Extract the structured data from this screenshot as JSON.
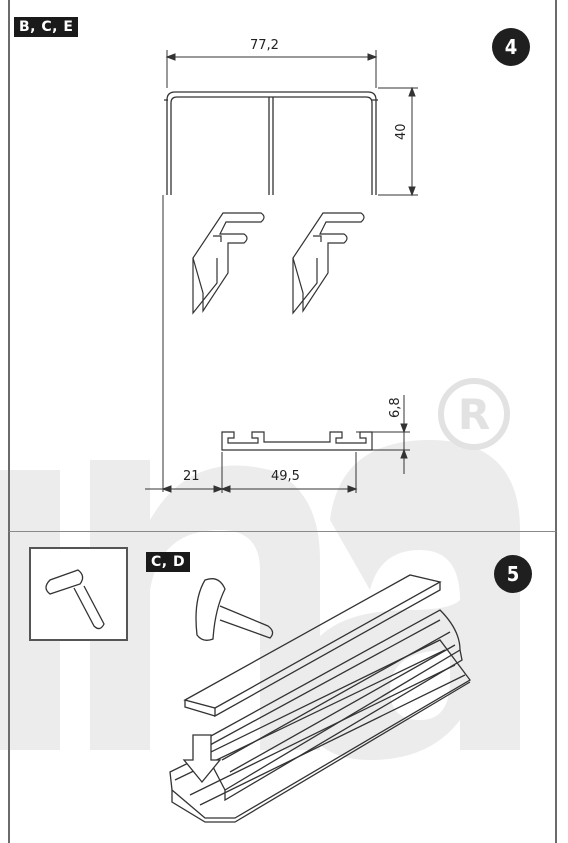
{
  "step4": {
    "label": "4",
    "tag": "B, C, E",
    "dims": {
      "width_top": "77,2",
      "height_right": "40",
      "rail_height": "6,8",
      "offset_left": "21",
      "rail_width": "49,5"
    }
  },
  "step5": {
    "label": "5",
    "tag": "C, D",
    "tool_icon": "mallet-icon"
  },
  "colors": {
    "line": "#333333",
    "watermark": "#e9e9e9",
    "badge": "#1f1f1f"
  }
}
